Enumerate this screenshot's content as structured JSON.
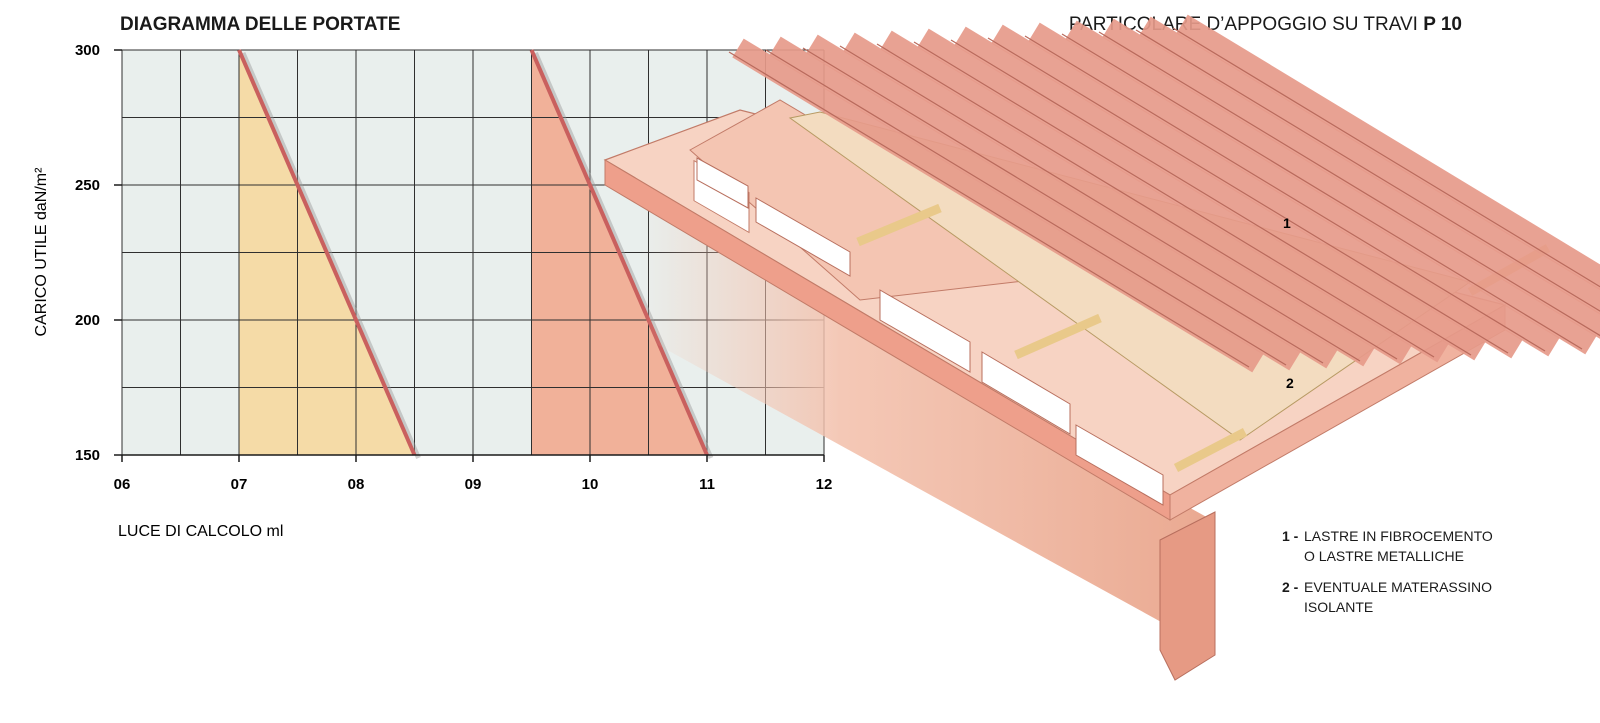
{
  "header": {
    "diagram_title": "DIAGRAMMA DELLE PORTATE",
    "detail_title_prefix": "PARTICOLARE D’APPOGGIO SU TRAVI",
    "detail_title_code": "P 10"
  },
  "chart_data": {
    "type": "line",
    "title": "DIAGRAMMA DELLE PORTATE",
    "ylabel": "CARICO UTILE daN/m²",
    "xlabel": "LUCE DI CALCOLO ml",
    "x_ticks": [
      "06",
      "07",
      "08",
      "09",
      "10",
      "11",
      "12"
    ],
    "y_ticks": [
      "150",
      "200",
      "250",
      "300"
    ],
    "xlim": [
      6,
      12
    ],
    "ylim": [
      150,
      300
    ],
    "grid": true,
    "series": [
      {
        "points": [
          [
            7.0,
            300
          ],
          [
            8.5,
            150
          ]
        ],
        "color": "#c9605e",
        "fill": "#f7d79a"
      },
      {
        "points": [
          [
            9.5,
            300
          ],
          [
            11.0,
            150
          ]
        ],
        "color": "#c9605e",
        "fill": "#f2a689"
      }
    ]
  },
  "drawing": {
    "callouts": [
      "1",
      "2"
    ],
    "legend": [
      {
        "num": "1 -",
        "lines": [
          "LASTRE IN FIBROCEMENTO",
          "O LASTRE METALLICHE"
        ]
      },
      {
        "num": "2 -",
        "lines": [
          "EVENTUALE MATERASSINO",
          "ISOLANTE"
        ]
      }
    ],
    "colors": {
      "beam": "#f0b9a4",
      "sheet": "#e69a8a",
      "insulation": "#f3dcc0",
      "batten": "#e9c98a"
    }
  }
}
